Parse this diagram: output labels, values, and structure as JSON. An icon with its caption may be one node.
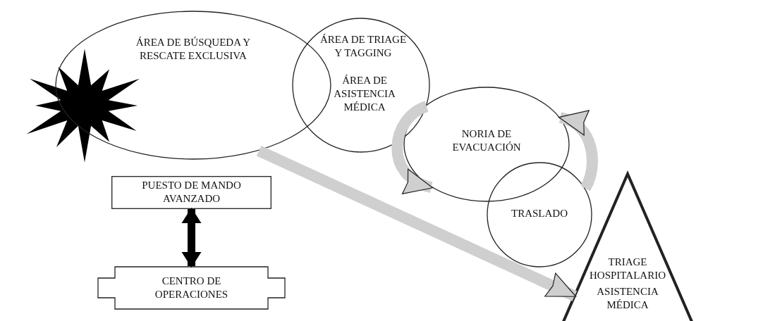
{
  "diagram": {
    "nodes": [
      {
        "text": [
          "ÁREA DE BÚSQUEDA Y RESCATE EXCLUSIVA"
        ]
      },
      {
        "text": [
          "ÁREA DE TRIAGE Y TAGGING",
          "ÁREA DE ASISTENCIA MÉDICA"
        ]
      },
      {
        "text": [
          "NORIA DE EVACUACIÓN"
        ]
      },
      {
        "text": [
          "TRASLADO"
        ]
      },
      {
        "text": [
          "PUESTO DE MANDO AVANZADO"
        ]
      },
      {
        "text": [
          "CENTRO DE OPERACIONES"
        ]
      },
      {
        "text": [
          "TRIAGE HOSPITALARIO",
          "ASISTENCIA MÉDICA"
        ]
      }
    ],
    "edges": [
      {
        "from": 1,
        "to": 2,
        "arrow": "to"
      },
      {
        "from": 3,
        "to": 2,
        "arrow": "to"
      },
      {
        "from": 0,
        "to": 6,
        "arrow": "to"
      },
      {
        "from": 4,
        "to": 5,
        "arrow": "both",
        "color": "#000000"
      }
    ]
  }
}
